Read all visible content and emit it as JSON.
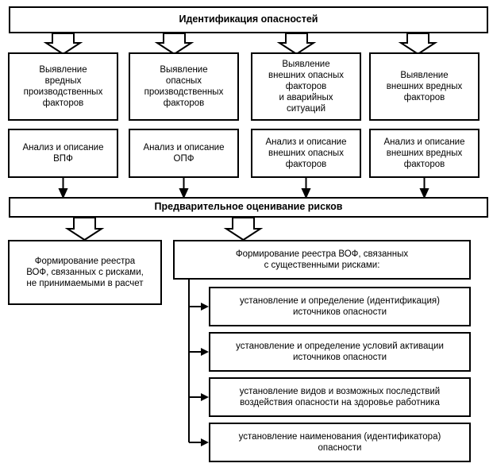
{
  "diagram": {
    "title_box": {
      "label": "Идентификация опасностей"
    },
    "row_identification": [
      {
        "label": "Выявление\nвредных\nпроизводственных\nфакторов"
      },
      {
        "label": "Выявление\nопасных\nпроизводственных\nфакторов"
      },
      {
        "label": "Выявление\nвнешних опасных\nфакторов\nи аварийных\nситуаций"
      },
      {
        "label": "Выявление\nвнешних вредных\nфакторов"
      }
    ],
    "row_analysis": [
      {
        "label": "Анализ и описание\nВПФ"
      },
      {
        "label": "Анализ и описание\nОПФ"
      },
      {
        "label": "Анализ и описание\nвнешних опасных\nфакторов"
      },
      {
        "label": "Анализ и описание\nвнешних вредных\nфакторов"
      }
    ],
    "assessment_bar": {
      "label": "Предварительное оценивание рисков"
    },
    "registry_left": {
      "label": "Формирование реестра\nВОФ, связанных с рисками,\nне принимаемыми в расчет"
    },
    "registry_right": {
      "label": "Формирование реестра ВОФ, связанных\nс существенными рисками:"
    },
    "registry_steps": [
      {
        "label": "установление и определение (идентификация)\nисточников опасности"
      },
      {
        "label": "установление и определение условий активации\nисточников опасности"
      },
      {
        "label": "установление видов и возможных последствий\nвоздействия опасности на здоровье работника"
      },
      {
        "label": "установление наименования (идентификатора)\nопасности"
      }
    ],
    "colors": {
      "stroke": "#000000",
      "fill": "#ffffff",
      "text": "#000000"
    }
  }
}
